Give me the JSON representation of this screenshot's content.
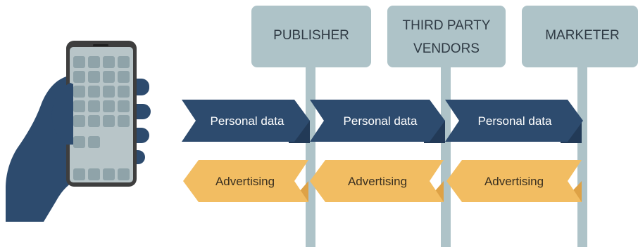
{
  "colors": {
    "post": "#aec3c8",
    "sign": "#aec3c8",
    "dark_banner": "#2d4b6e",
    "dark_banner_fold": "#223a57",
    "light_banner": "#f2bd62",
    "light_banner_fold": "#dea246",
    "hand": "#2d4b6e",
    "phone_body": "#3e3e3e",
    "phone_screen": "#b8c5c8",
    "app_tile": "#8fa3a9"
  },
  "signs": {
    "publisher": "PUBLISHER",
    "vendors_line1": "THIRD PARTY",
    "vendors_line2": "VENDORS",
    "marketer": "MARKETER"
  },
  "data_flow": {
    "label_1": "Personal data",
    "label_2": "Personal data",
    "label_3": "Personal data"
  },
  "ad_flow": {
    "label_1": "Advertising",
    "label_2": "Advertising",
    "label_3": "Advertising"
  },
  "icons": {
    "device": "hand-holding-phone-icon"
  }
}
